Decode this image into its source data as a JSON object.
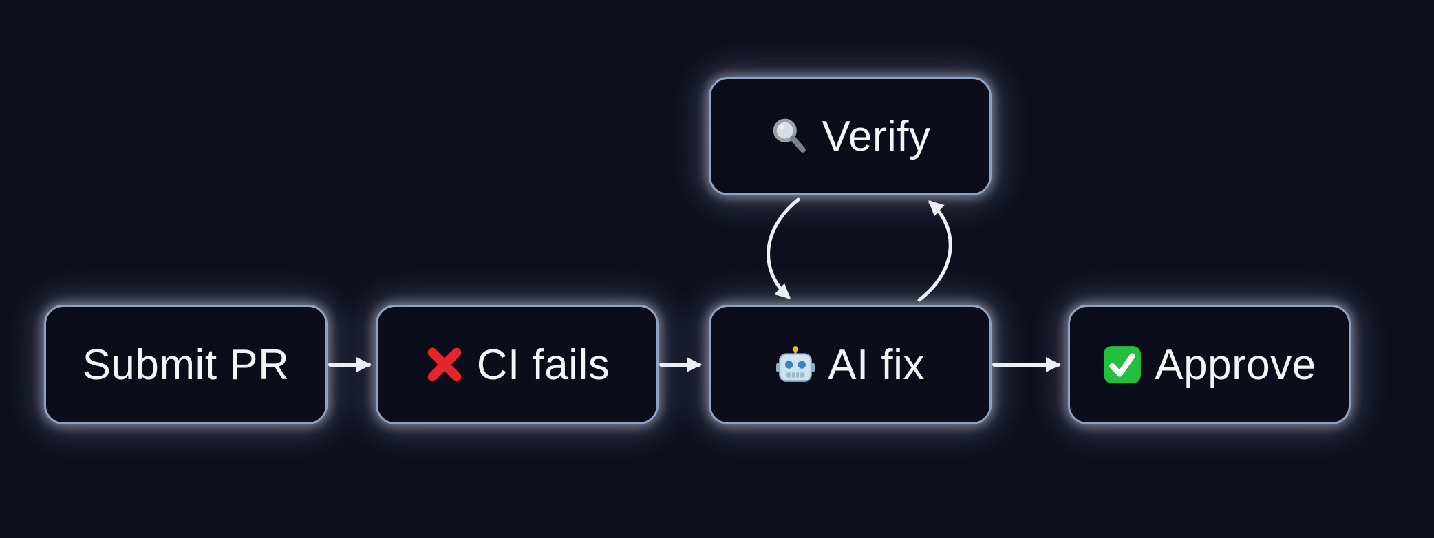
{
  "diagram": {
    "type": "flowchart",
    "background_color": "#0d0f1e",
    "node_fill_color": "#0b0d1b",
    "node_border_color": "#8ca3c6",
    "node_glow_color": "#e8eeff",
    "text_color": "#f3f4f6",
    "arrow_color": "#eef1f5",
    "nodes": [
      {
        "id": "submit-pr",
        "label": "Submit PR",
        "icon": "",
        "glyph": ""
      },
      {
        "id": "ci-fails",
        "label": "CI fails",
        "icon": "cross-mark-icon",
        "glyph": "❌"
      },
      {
        "id": "ai-fix",
        "label": "AI fix",
        "icon": "robot-icon",
        "glyph": "🤖"
      },
      {
        "id": "approve",
        "label": "Approve",
        "icon": "check-mark-icon",
        "glyph": "✅"
      },
      {
        "id": "verify",
        "label": "Verify",
        "icon": "magnifying-glass-icon",
        "glyph": "🔍"
      }
    ],
    "edges": [
      {
        "from": "submit-pr",
        "to": "ci-fails",
        "style": "straight"
      },
      {
        "from": "ci-fails",
        "to": "ai-fix",
        "style": "straight"
      },
      {
        "from": "ai-fix",
        "to": "approve",
        "style": "straight"
      },
      {
        "from": "verify",
        "to": "ai-fix",
        "style": "curved"
      },
      {
        "from": "ai-fix",
        "to": "verify",
        "style": "curved"
      }
    ],
    "icon_colors": {
      "cross_red": "#e5242b",
      "check_green": "#22c03c",
      "robot_head_blue": "#cfe3ee",
      "magnifier_gray": "#9aa0a8"
    }
  }
}
